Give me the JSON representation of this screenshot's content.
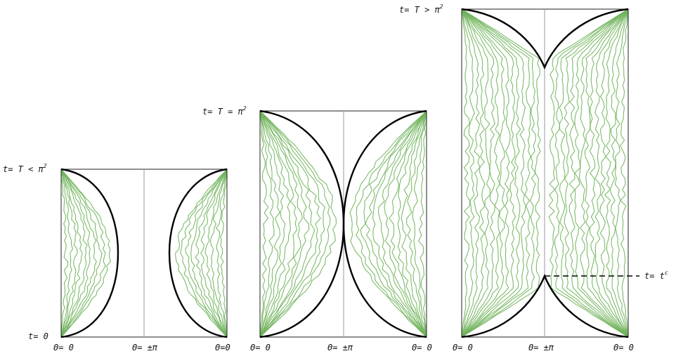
{
  "panels": [
    {
      "top_label": "t= T < π",
      "top_label_sup": "2",
      "bottom_time_label": "t= 0",
      "x_labels": [
        "Θ= 0",
        "Θ= ±π",
        "Θ=0"
      ]
    },
    {
      "top_label": "t= T = π",
      "top_label_sup": "2",
      "x_labels": [
        "Θ= 0",
        "Θ= ±π",
        "Θ= 0"
      ]
    },
    {
      "top_label": "t= T > π",
      "top_label_sup": "2",
      "x_labels": [
        "Θ= 0",
        "Θ= ±π",
        "Θ= 0"
      ],
      "marker_label": "t= t",
      "marker_label_sup": "c"
    }
  ],
  "colors": {
    "path": "#6fb35a",
    "boundary": "#000000",
    "frame": "#222222",
    "center_line": "#999999"
  }
}
